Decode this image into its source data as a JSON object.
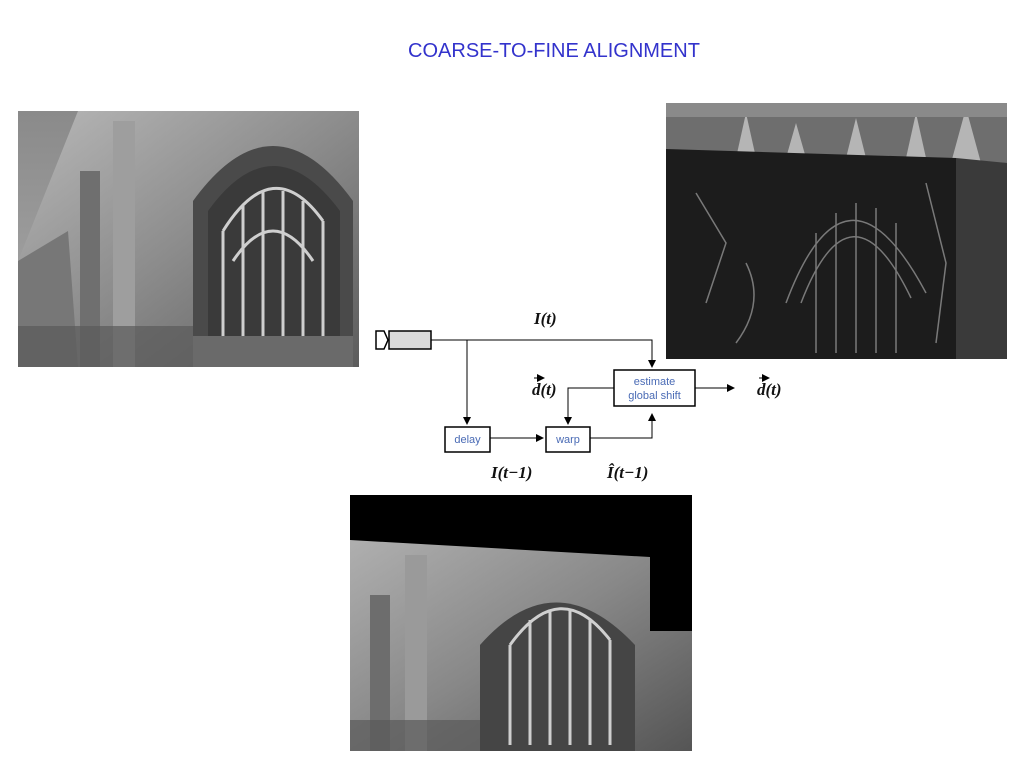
{
  "title": "COARSE-TO-FINE ALIGNMENT",
  "images": {
    "left": "cathedral-photo",
    "right": "difference-image",
    "bottom": "warped-cathedral-photo"
  },
  "diagram": {
    "nodes": {
      "delay": "delay",
      "warp": "warp",
      "estimate_line1": "estimate",
      "estimate_line2": "global shift"
    },
    "labels": {
      "input_top": "I(t)",
      "shift_feedback": "d(t)",
      "shift_output": "d(t)",
      "delayed": "I(t−1)",
      "warped": "Î(t−1)"
    },
    "icons": [
      "camera-icon"
    ]
  }
}
